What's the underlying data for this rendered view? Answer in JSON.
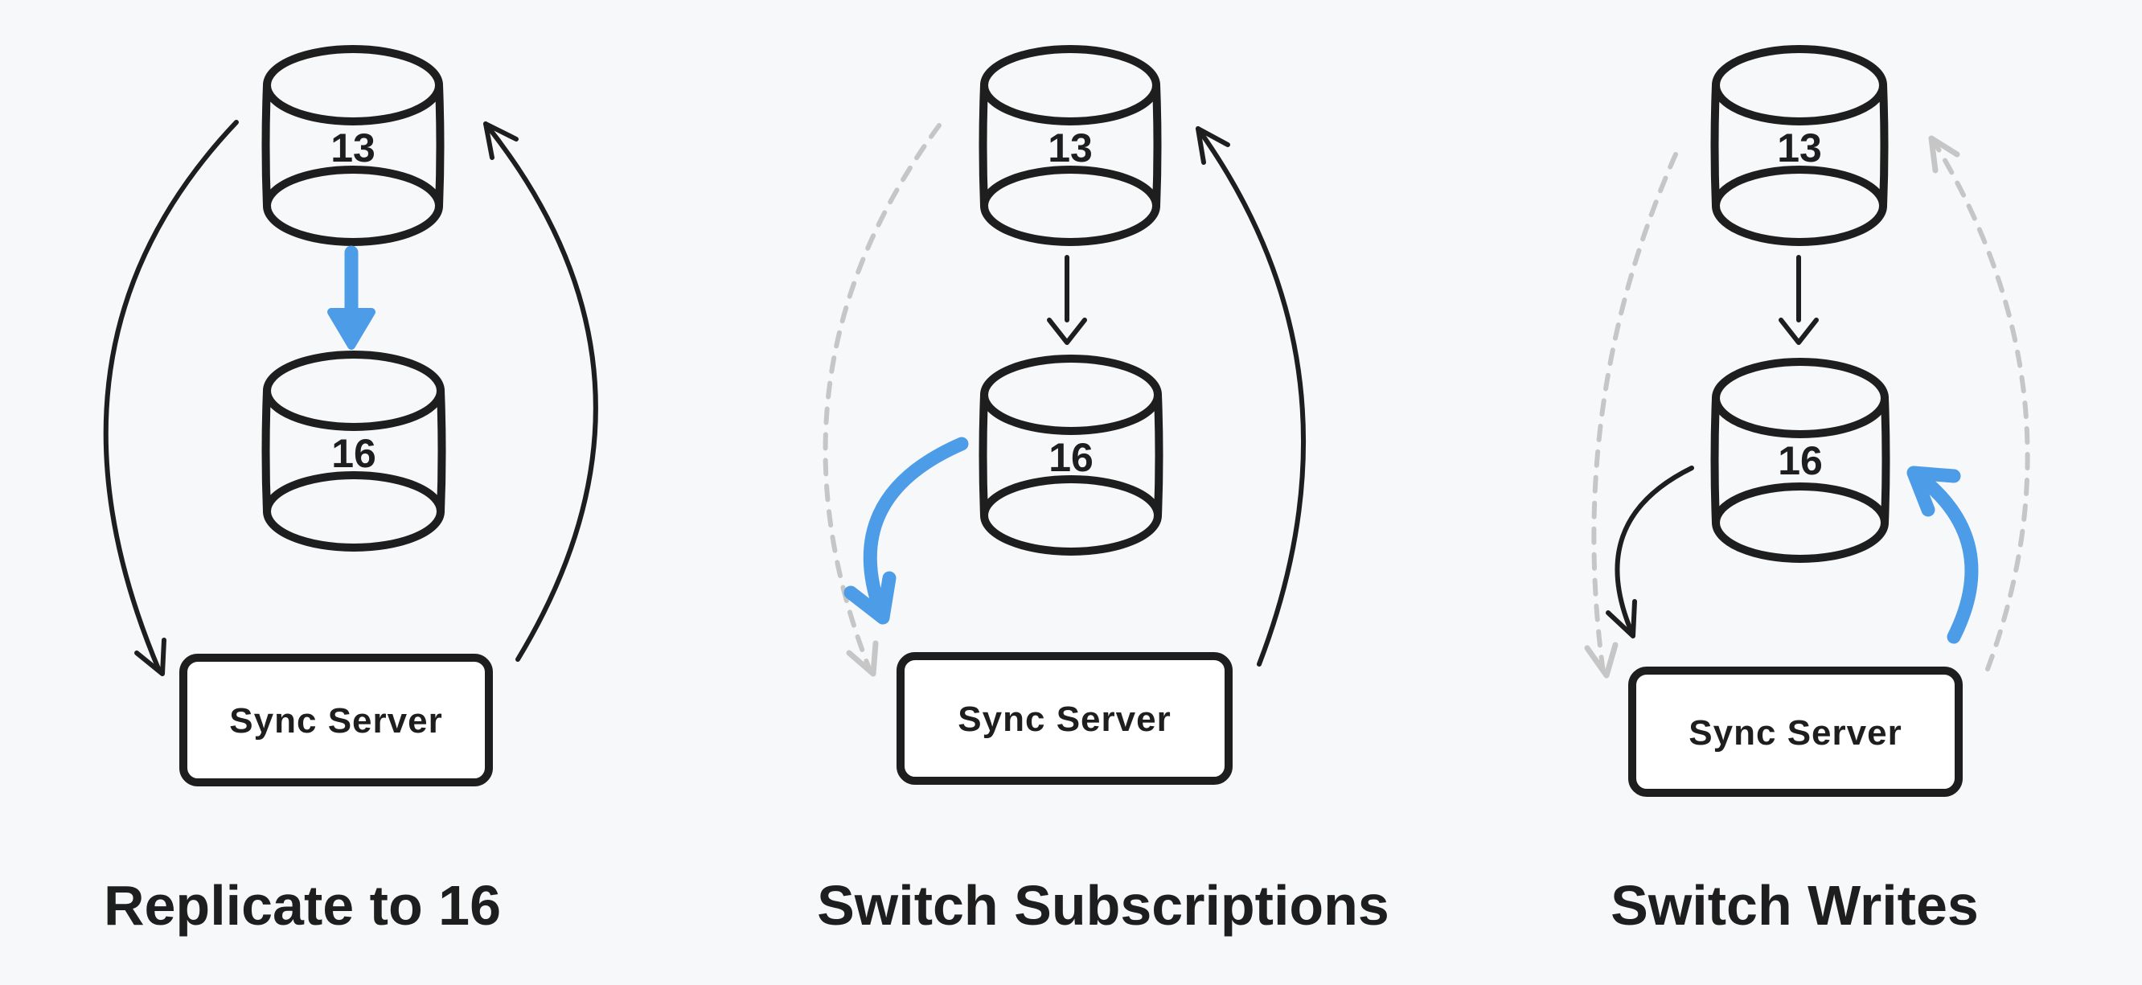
{
  "colors": {
    "background": "#f7f8f9",
    "ink": "#1e1e1f",
    "accent_blue": "#4d9ce8",
    "muted_gray": "#c6c6c6",
    "box_fill": "#ffffff"
  },
  "panels": [
    {
      "title": "Replicate to 16",
      "top_db_label": "13",
      "bottom_db_label": "16",
      "server_label": "Sync Server",
      "arrows": [
        {
          "name": "replicate-13-to-16",
          "from": "13",
          "to": "16",
          "style": "solid-thick",
          "color": "accent_blue"
        },
        {
          "name": "13-to-sync-server",
          "from": "13",
          "to": "Sync Server",
          "style": "solid",
          "color": "ink"
        },
        {
          "name": "sync-server-to-13",
          "from": "Sync Server",
          "to": "13",
          "style": "solid",
          "color": "ink"
        }
      ]
    },
    {
      "title": "Switch Subscriptions",
      "top_db_label": "13",
      "bottom_db_label": "16",
      "server_label": "Sync Server",
      "arrows": [
        {
          "name": "13-to-16",
          "from": "13",
          "to": "16",
          "style": "solid",
          "color": "ink"
        },
        {
          "name": "16-to-sync-server",
          "from": "16",
          "to": "Sync Server",
          "style": "solid-thick",
          "color": "accent_blue"
        },
        {
          "name": "old-13-to-sync-server",
          "from": "13",
          "to": "Sync Server",
          "style": "dashed",
          "color": "muted_gray"
        },
        {
          "name": "sync-server-to-13",
          "from": "Sync Server",
          "to": "13",
          "style": "solid",
          "color": "ink"
        }
      ]
    },
    {
      "title": "Switch Writes",
      "top_db_label": "13",
      "bottom_db_label": "16",
      "server_label": "Sync Server",
      "arrows": [
        {
          "name": "13-to-16",
          "from": "13",
          "to": "16",
          "style": "solid",
          "color": "ink"
        },
        {
          "name": "16-to-sync-server",
          "from": "16",
          "to": "Sync Server",
          "style": "solid",
          "color": "ink"
        },
        {
          "name": "sync-server-to-16",
          "from": "Sync Server",
          "to": "16",
          "style": "solid-thick",
          "color": "accent_blue"
        },
        {
          "name": "old-13-to-sync-server",
          "from": "13",
          "to": "Sync Server",
          "style": "dashed",
          "color": "muted_gray"
        },
        {
          "name": "old-sync-server-to-13",
          "from": "Sync Server",
          "to": "13",
          "style": "dashed",
          "color": "muted_gray"
        }
      ]
    }
  ]
}
